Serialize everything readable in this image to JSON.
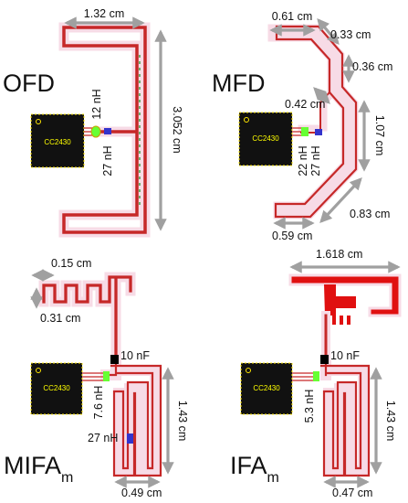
{
  "panels": {
    "ofd": {
      "title": "OFD",
      "dim_width": "1.32 cm",
      "dim_height": "3.052 cm",
      "inductor_a": "12 nH",
      "inductor_b": "27 nH",
      "chip": "CC2430"
    },
    "mfd": {
      "title": "MFD",
      "dim_a": "0.61 cm",
      "dim_b": "0.33 cm",
      "dim_c": "0.36 cm",
      "dim_d": "0.42 cm",
      "dim_e": "1.07 cm",
      "dim_f": "0.83 cm",
      "dim_g": "0.59 cm",
      "inductor_a": "22 nH",
      "inductor_b": "27 nH",
      "chip": "CC2430"
    },
    "mifa": {
      "title": "MIFA",
      "title_sub": "m",
      "dim_a": "0.15 cm",
      "dim_b": "0.31 cm",
      "capacitor": "10 nF",
      "inductor_a": "7.6 nH",
      "inductor_b": "27 nH",
      "dim_height": "1.43 cm",
      "dim_width": "0.49 cm",
      "chip": "CC2430"
    },
    "ifa": {
      "title": "IFA",
      "title_sub": "m",
      "dim_top": "1.618 cm",
      "capacitor": "10 nF",
      "inductor": "5.3 nH",
      "dim_height": "1.43 cm",
      "dim_width": "0.47 cm",
      "chip": "CC2430"
    }
  },
  "colors": {
    "trace": "#c62828",
    "halo": "#f7dbe6",
    "dimension_arrow": "#a0a0a0",
    "chip_body": "#111111",
    "chip_text": "#ffff00",
    "inductor_small": "#3333cc",
    "junction": "#66ff33"
  }
}
